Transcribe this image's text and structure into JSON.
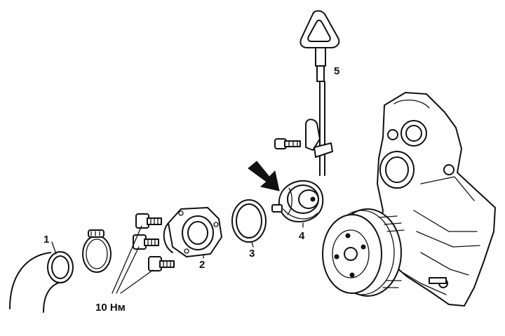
{
  "labels": {
    "hose": "1",
    "housing": "2",
    "seal_ring": "3",
    "thermostat": "4",
    "dipstick": "5",
    "torque": "10 Нм"
  },
  "icons": [
    "hose",
    "hose-clamp",
    "bolt",
    "thermostat-housing",
    "seal-ring",
    "thermostat",
    "arrow",
    "oil-dipstick",
    "water-pump",
    "pulley"
  ],
  "colors": {
    "ink": "#111111",
    "paper": "#ffffff"
  }
}
